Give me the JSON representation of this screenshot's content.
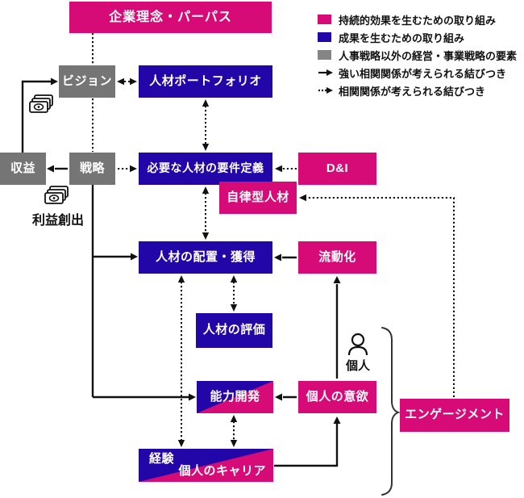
{
  "nodes": {
    "purpose": "企業理念・パーパス",
    "vision": "ビジョン",
    "portfolio": "人材ポートフォリオ",
    "profit": "収益",
    "strategy": "戦略",
    "requirements": "必要な人材の要件定義",
    "di": "D&I",
    "autonomous": "自律型人材",
    "placement": "人材の配置・獲得",
    "mobility": "流動化",
    "evaluation": "人材の評価",
    "development": "能力開発",
    "motivation": "個人の意欲",
    "experience": "経験",
    "career": "個人のキャリア",
    "engagement": "エンゲージメント"
  },
  "labels": {
    "profit_creation": "利益創出",
    "individual": "個人"
  },
  "legend": {
    "items": [
      {
        "swatch": "magenta-square",
        "label": "持続的効果を生むための取り組み"
      },
      {
        "swatch": "blue-square",
        "label": "成果を生むための取り組み"
      },
      {
        "swatch": "gray-square",
        "label": "人事戦略以外の経営・事業戦略の要素"
      },
      {
        "swatch": "solid-arrow",
        "label": "強い相関関係が考えられる結びつき"
      },
      {
        "swatch": "dotted-arrow",
        "label": "相関関係が考えられる結びつき"
      }
    ]
  },
  "colors": {
    "magenta": "#d60b78",
    "blue": "#2306a8",
    "gray": "#757575",
    "line": "#111111"
  }
}
